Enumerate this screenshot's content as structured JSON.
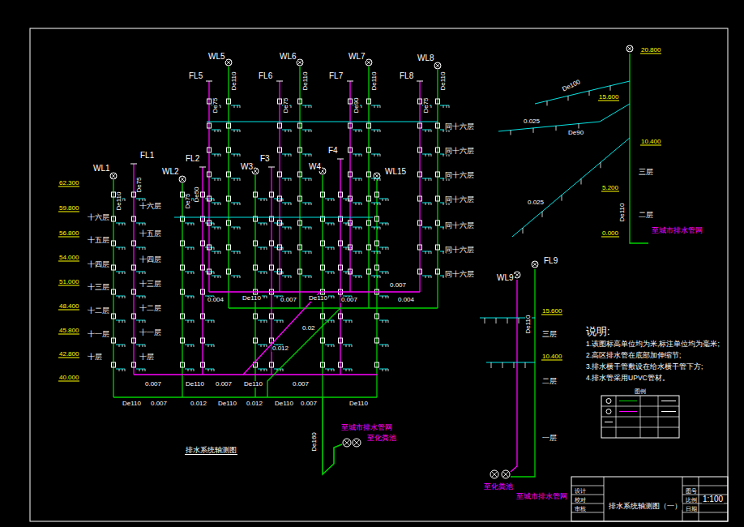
{
  "diagram": {
    "title": "排水系统轴测图",
    "labels": [
      "WL1",
      "FL1",
      "WL2",
      "FL2",
      "W3",
      "F3",
      "W4",
      "F4",
      "WL15",
      "WL5",
      "FL5",
      "WL6",
      "FL6",
      "WL7",
      "FL7",
      "WL8",
      "FL8",
      "FL9",
      "WL9",
      "62.300",
      "59.800",
      "56.800",
      "54.000",
      "51.000",
      "48.400",
      "45.800",
      "42.800",
      "40.000",
      "20.800",
      "15.600",
      "10.400",
      "5.200",
      "0.000",
      "15.600",
      "10.400",
      "十六层",
      "十五层",
      "十四层",
      "十三层",
      "十二层",
      "十一层",
      "十层",
      "十六层",
      "十五层",
      "十四层",
      "十三层",
      "十二层",
      "十一层",
      "十层",
      "同十六层",
      "同十六层",
      "同十六层",
      "同十六层",
      "同十六层",
      "同十六层",
      "同十六层",
      "三层",
      "二层",
      "三层",
      "二层",
      "一层",
      "De110",
      "De75",
      "De110",
      "De75",
      "De110",
      "De90",
      "De110",
      "De75",
      "De110",
      "De75",
      "De75",
      "De50",
      "De110",
      "De110",
      "De110",
      "De110",
      "De110",
      "De110",
      "De110",
      "De110",
      "De160",
      "De100",
      "De90",
      "De110",
      "De110",
      "0.004",
      "0.007",
      "0.007",
      "0.004",
      "0.007",
      "0.007",
      "0.007",
      "0.007",
      "0.007",
      "0.012",
      "0.012",
      "0.007",
      "0.02",
      "0.012",
      "0.025",
      "0.025",
      "至城市排水管网",
      "至化粪池",
      "至城市排水管网",
      "至化粪池",
      "至城市排水管网",
      "说明:",
      "1.该图标高单位均为米,标注单位均为毫米;",
      "2.高区排水管在底部加伸缩节;",
      "3.排水横干管敷设在给水横干管下方;",
      "4.排水管采用UPVC管材。",
      "图例",
      "设计",
      "校对",
      "审核",
      "排水系统轴测图（一）",
      "图号",
      "比例",
      "1:100",
      "日期"
    ]
  }
}
